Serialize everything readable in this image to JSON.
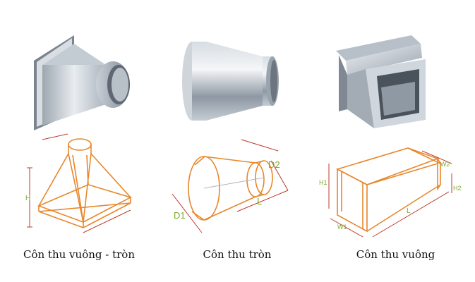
{
  "items": [
    {
      "caption": "Côn thu vuông - tròn",
      "diagram_labels": {
        "h": "H"
      }
    },
    {
      "caption": "Côn thu tròn",
      "diagram_labels": {
        "d1": "D1",
        "d2": "D2",
        "l": "L"
      }
    },
    {
      "caption": "Côn thu vuông",
      "diagram_labels": {
        "h1": "H1",
        "h2": "H2",
        "w1": "W1",
        "w2": "W2",
        "l": "L"
      }
    }
  ],
  "colors": {
    "drawing_line": "#e8872a",
    "dimension_line": "#c0392b",
    "dimension_text": "#7fa82c",
    "caption_text": "#111111",
    "metal_light": "#e3e8ee",
    "metal_dark": "#8e98a3"
  }
}
